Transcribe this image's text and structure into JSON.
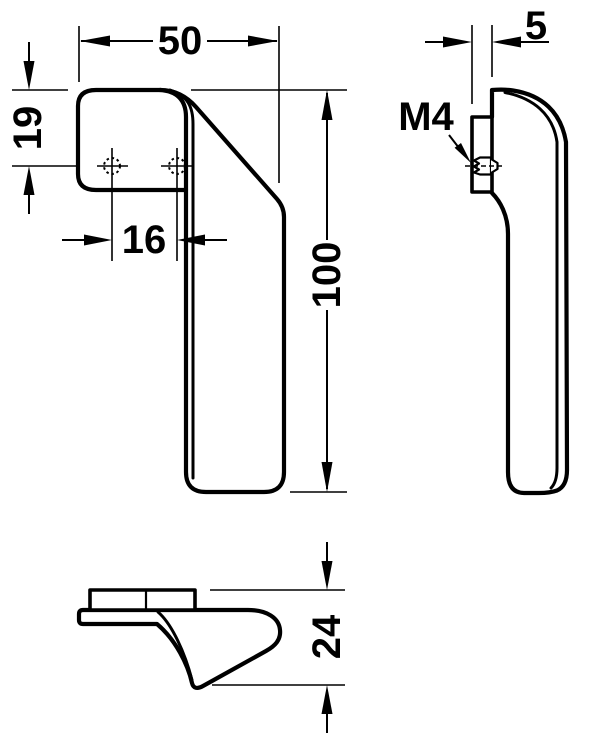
{
  "document": {
    "type": "technical-drawing",
    "subject": "furniture handle three-view dimension drawing",
    "background_color": "#ffffff",
    "line_color": "#000000"
  },
  "dims": {
    "front_width": "50",
    "hole_offset_top": "19",
    "hole_spacing": "16",
    "handle_height": "100",
    "plate_thickness": "5",
    "thread_label": "M4",
    "handle_depth": "24"
  }
}
